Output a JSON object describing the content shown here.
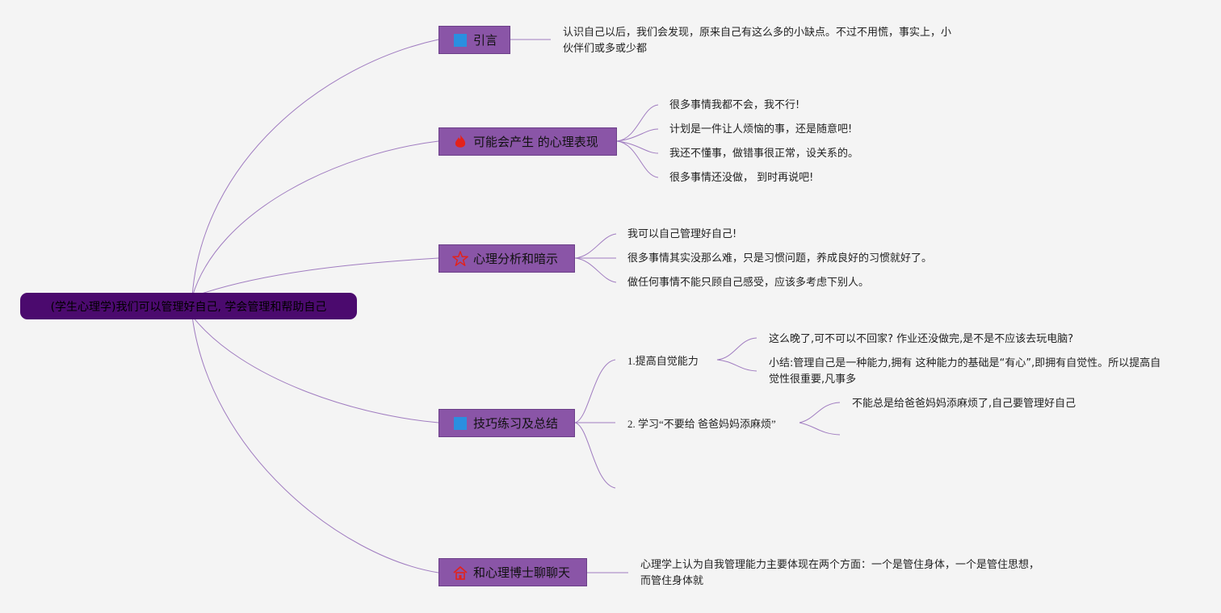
{
  "root": {
    "label": "(学生心理学)我们可以管理好自己, 学会管理和帮助自己"
  },
  "colors": {
    "root_bg": "#4b0a6e",
    "topic_bg": "#8a55a7",
    "line": "#a07cc0",
    "text": "#222222"
  },
  "topics": [
    {
      "label": "引言",
      "icon": "blue-square-icon",
      "leaves": [
        "认识自己以后，我们会发现，原来自己有这么多的小缺点。不过不用慌，事实上，小伙伴们或多或少都"
      ]
    },
    {
      "label": "可能会产生 的心理表现",
      "icon": "fire-icon",
      "leaves": [
        "很多事情我都不会，我不行!",
        "计划是一件让人烦恼的事，还是随意吧!",
        "我还不懂事，做错事很正常，设关系的。",
        "很多事情还没做， 到时再说吧!"
      ]
    },
    {
      "label": "心理分析和暗示",
      "icon": "star-icon",
      "leaves": [
        "我可以自己管理好自己!",
        "很多事情其实没那么难，只是习惯问题，养成良好的习惯就好了。",
        "做任何事情不能只顾自己感受，应该多考虑下别人。"
      ]
    },
    {
      "label": "技巧练习及总结",
      "icon": "blue-square-icon",
      "subtopics": [
        {
          "label": "1.提高自觉能力",
          "leaves": [
            "这么晚了,可不可以不回家? 作业还没做完,是不是不应该去玩电脑?",
            "小结:管理自己是一种能力,拥有 这种能力的基础是“有心”,即拥有自觉性。所以提高自觉性很重要,凡事多"
          ]
        },
        {
          "label": "2. 学习“不要给 爸爸妈妈添麻烦”",
          "leaves": [
            "不能总是给爸爸妈妈添麻烦了,自己要管理好自己"
          ]
        }
      ]
    },
    {
      "label": "和心理博士聊聊天",
      "icon": "house-icon",
      "leaves": [
        "心理学上认为自我管理能力主要体现在两个方面：一个是管住身体，一个是管住思想，而管住身体就"
      ]
    }
  ]
}
